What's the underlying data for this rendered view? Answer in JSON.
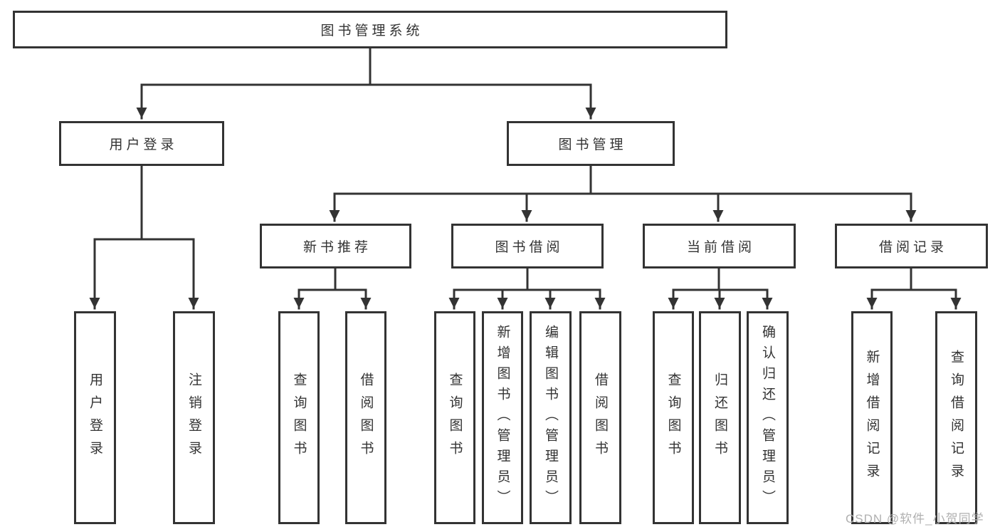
{
  "diagram": {
    "title_node": "图书管理系统",
    "nodes": {
      "root": "图书管理系统",
      "user_login": "用户登录",
      "book_mgmt": "图书管理",
      "new_book_rec": "新书推荐",
      "book_borrow": "图书借阅",
      "current_borrow": "当前借阅",
      "borrow_record": "借阅记录",
      "leaf_user_login": "用户登录",
      "leaf_logout": "注销登录",
      "leaf_query_book_1": "查询图书",
      "leaf_borrow_book_1": "借阅图书",
      "leaf_query_book_2": "查询图书",
      "leaf_add_book": "新增图书（管理员）",
      "leaf_edit_book": "编辑图书（管理员）",
      "leaf_borrow_book_2": "借阅图书",
      "leaf_query_book_3": "查询图书",
      "leaf_return_book": "归还图书",
      "leaf_confirm_return": "确认归还（管理员）",
      "leaf_add_borrow_record": "新增借阅记录",
      "leaf_query_borrow_record": "查询借阅记录"
    },
    "hierarchy": {
      "图书管理系统": {
        "用户登录": [
          "用户登录",
          "注销登录"
        ],
        "图书管理": {
          "新书推荐": [
            "查询图书",
            "借阅图书"
          ],
          "图书借阅": [
            "查询图书",
            "新增图书（管理员）",
            "编辑图书（管理员）",
            "借阅图书"
          ],
          "当前借阅": [
            "查询图书",
            "归还图书",
            "确认归还（管理员）"
          ],
          "借阅记录": [
            "新增借阅记录",
            "查询借阅记录"
          ]
        }
      }
    },
    "colors": {
      "line": "#333333",
      "box_border": "#333333",
      "text": "#333333",
      "background": "#ffffff",
      "watermark": "#b0b0b0"
    }
  },
  "watermark": "CSDN @软件_小贺同学"
}
